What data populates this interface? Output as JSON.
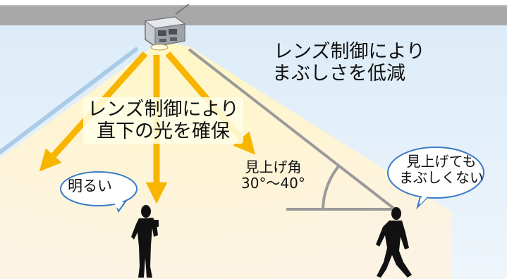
{
  "headline": {
    "line1": "レンズ制御により",
    "line2": "まぶしさを低減"
  },
  "center_label": {
    "line1": "レンズ制御により",
    "line2": "直下の光を確保"
  },
  "angle_label": {
    "line1": "見上げ角",
    "line2": "30°〜40°"
  },
  "bubble_left": {
    "text": "明るい"
  },
  "bubble_right": {
    "line1": "見上げても",
    "line2": "まぶしくない"
  },
  "colors": {
    "ceiling": "#a8a8a8",
    "background_blue": "#e3eff9",
    "light_cone": "#fff4cc",
    "arrow_yellow": "#f7b500",
    "outer_beam_blue": "#a9cbe8",
    "sightline_gray": "#9a9a9a",
    "bubble_border": "#3a7cc7",
    "silhouette": "#111111"
  },
  "icons": {
    "fixture": "ceiling-light-fixture-icon",
    "person_left": "standing-person-silhouette-icon",
    "person_right": "walking-person-silhouette-icon"
  }
}
